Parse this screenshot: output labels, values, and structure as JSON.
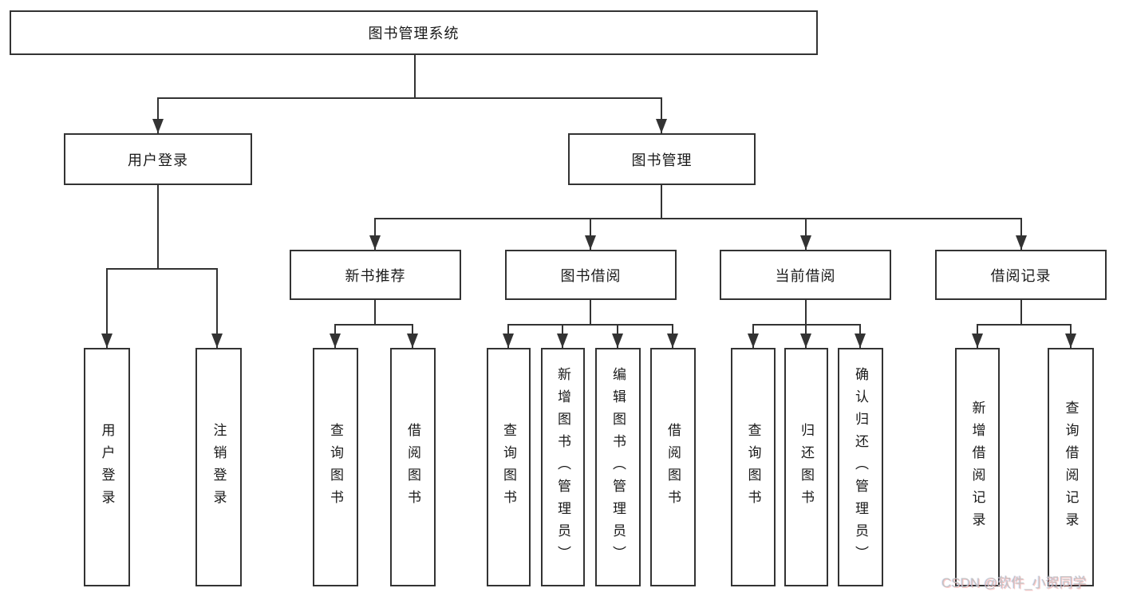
{
  "diagram": {
    "title": "图书管理系统",
    "level2": {
      "user_login": {
        "label": "用户登录",
        "children": [
          "用户登录",
          "注销登录"
        ]
      },
      "book_management": {
        "label": "图书管理"
      }
    },
    "level3": {
      "new_book_recommend": {
        "label": "新书推荐",
        "children": [
          "查询图书",
          "借阅图书"
        ]
      },
      "book_borrowing": {
        "label": "图书借阅",
        "children": [
          "查询图书",
          "新增图书（管理员）",
          "编辑图书（管理员）",
          "借阅图书"
        ]
      },
      "current_borrowing": {
        "label": "当前借阅",
        "children": [
          "查询图书",
          "归还图书",
          "确认归还（管理员）"
        ]
      },
      "borrowing_records": {
        "label": "借阅记录",
        "children": [
          "新增借阅记录",
          "查询借阅记录"
        ]
      }
    }
  },
  "watermark": "CSDN @软件_小贺同学",
  "colors": {
    "line": "#333333",
    "text": "#1a1a1a",
    "watermark": "#c3c3c3",
    "background": "#ffffff"
  }
}
